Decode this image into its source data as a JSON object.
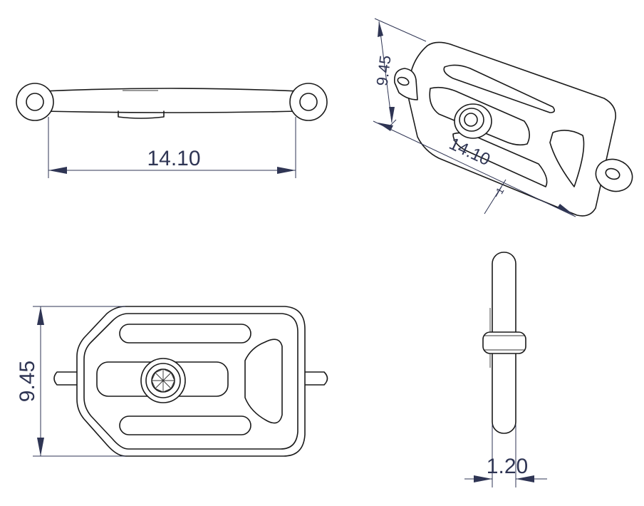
{
  "drawing": {
    "views": [
      {
        "id": "top",
        "dimension": "14.10"
      },
      {
        "id": "isometric",
        "dimensions": [
          "9.45",
          "14.10",
          "1"
        ]
      },
      {
        "id": "front",
        "dimension": "9.45"
      },
      {
        "id": "side",
        "dimension": "1.20"
      }
    ],
    "colors": {
      "outline": "#1a1a1a",
      "dimension": "#2f3554"
    }
  }
}
